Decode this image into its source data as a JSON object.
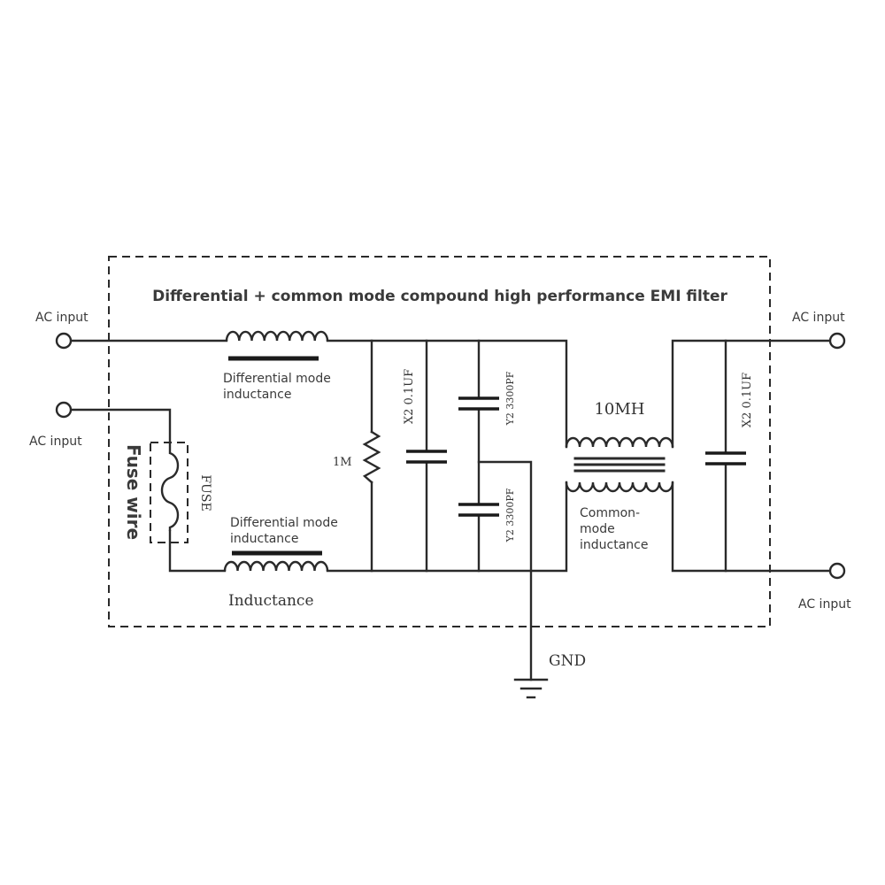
{
  "title": "Differential + common mode compound high performance EMI filter",
  "terminals": {
    "in_top": "AC input",
    "in_bottom": "AC input",
    "out_top": "AC input",
    "out_bottom": "AC input"
  },
  "labels": {
    "fuse_wire": "Fuse wire",
    "fuse": "FUSE",
    "dm_inductance_top": "Differential mode inductance",
    "dm_inductance_bottom": "Differential mode inductance",
    "inductance": "Inductance",
    "resistor": "1M",
    "cap_x2_left": "X2 0.1UF",
    "cap_y2_top": "Y2 3300PF",
    "cap_y2_bottom": "Y2 3300PF",
    "cm_value": "10MH",
    "cm_inductance": "Common-mode inductance",
    "cap_x2_right": "X2 0.1UF",
    "gnd": "GND"
  },
  "label_lines": {
    "dm_inductance_top": [
      "Differential mode",
      "inductance"
    ],
    "dm_inductance_bottom": [
      "Differential mode",
      "inductance"
    ],
    "cm_inductance": [
      "Common-",
      "mode",
      "inductance"
    ]
  }
}
